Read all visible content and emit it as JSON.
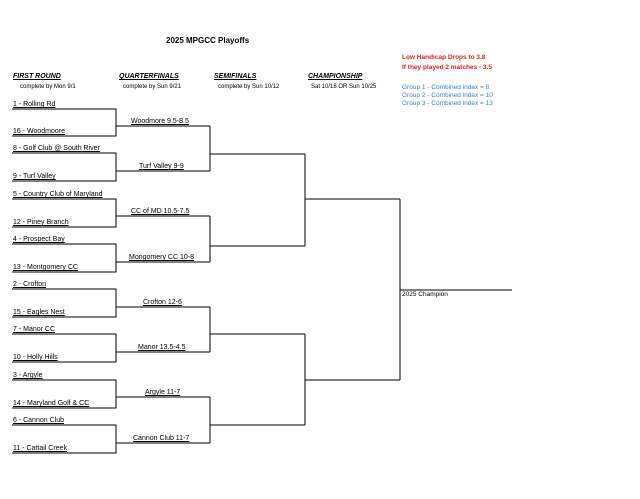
{
  "title": "2025 MPGCC Playoffs",
  "rounds": [
    {
      "name": "FIRST ROUND",
      "deadline": "complete by Mon 9/1"
    },
    {
      "name": "QUARTERFINALS",
      "deadline": "complete by Sun 9/21"
    },
    {
      "name": "SEMIFINALS",
      "deadline": "complete by Sun 10/12"
    },
    {
      "name": "CHAMPIONSHIP",
      "deadline": "Sat 10/18 OR Sun 10/25"
    }
  ],
  "notes": {
    "red": [
      "Low Handicap Drops to 3.8",
      "If they played 2 matches - 3.5"
    ],
    "groups": [
      "Group 1 - Combined index = 8",
      "Group 2 - Combined index = 10",
      "Group 3 - Combined index = 13"
    ]
  },
  "first_round": [
    "1 -  Rolling Rd",
    "16 -  Woodmoore",
    "8 -  Golf Club @ South River",
    "9 -  Turf Valley",
    "5 -  Country Club of Maryland",
    "12 -  Piney Branch",
    "4 - Prospect Bay",
    "13 -  Montgomery CC",
    "2 -  Crofton",
    "15 -  Eagles Nest",
    "7 -  Manor CC",
    "10 -  Holly Hills",
    "3 -  Argyle",
    "14 -  Maryland Golf & CC",
    "6 - Cannon Club",
    "11 -  Cattail Creek"
  ],
  "quarterfinal_results": [
    "Woodmore 9.5-8.5",
    "Turf Valley 9-9",
    "CC of MD 10.5-7.5",
    "Mongomery CC 10-8",
    "Crofton 12-6",
    "Manor 13.5-4.5",
    "Argyle 11-7",
    "Cannon Club 11-7"
  ],
  "champion_label": "2025 Champion"
}
